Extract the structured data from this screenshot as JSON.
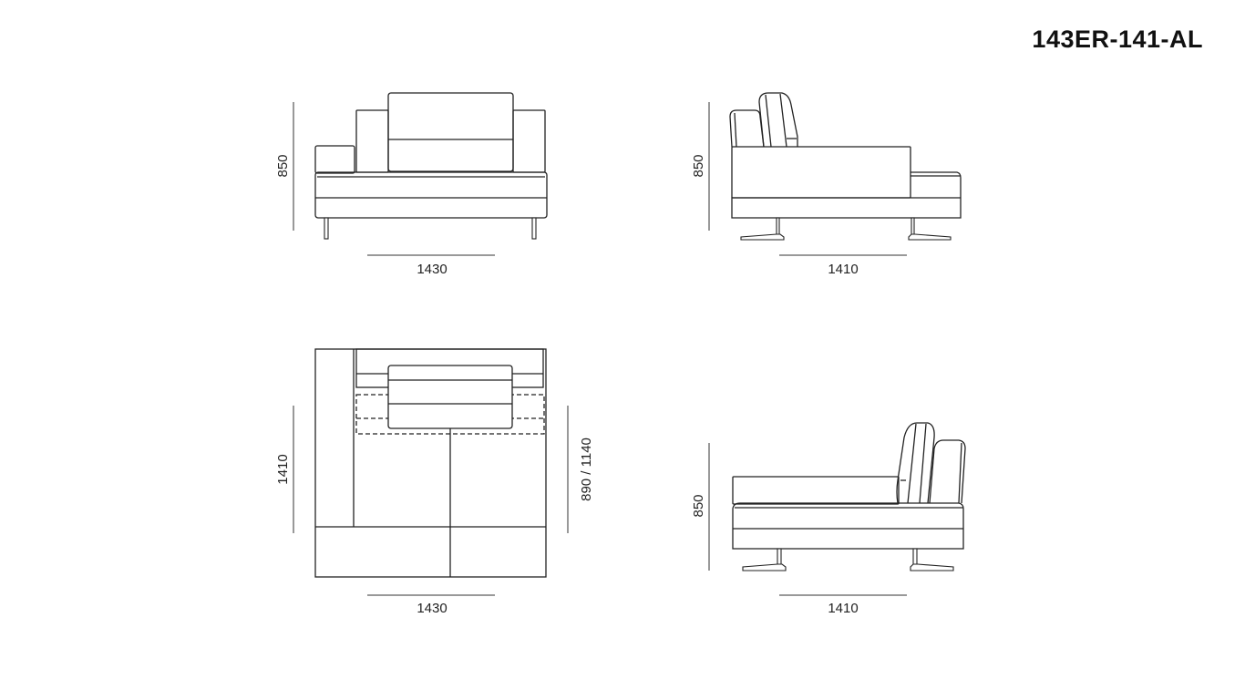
{
  "product_code": "143ER-141-AL",
  "views": {
    "front": {
      "height": "850",
      "width": "1430"
    },
    "side_right": {
      "height": "850",
      "width": "1410"
    },
    "plan": {
      "depth": "1410",
      "width": "1430",
      "seat_depth": "890 / 1140"
    },
    "side_left": {
      "height": "850",
      "width": "1410"
    }
  }
}
